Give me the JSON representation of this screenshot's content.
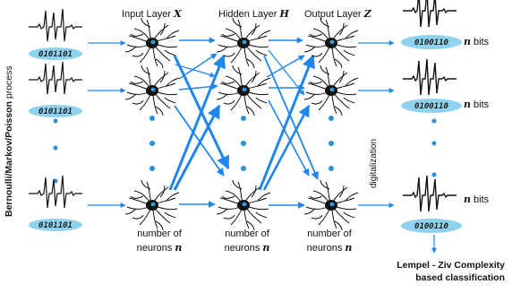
{
  "layers": {
    "input": {
      "label": "Input Layer",
      "symbol": "X"
    },
    "hidden": {
      "label": "Hidden Layer",
      "symbol": "H"
    },
    "output": {
      "label": "Output Layer",
      "symbol": "Z"
    }
  },
  "neuron_count": {
    "line1": "number of",
    "line2": "neurons",
    "symbol": "n"
  },
  "process_label": {
    "bold": "Bernoulli/Markov/Poisson",
    "rest": " process"
  },
  "input_bits": "0101101",
  "output_bits": "0100110",
  "bits_label": {
    "symbol": "n",
    "text": " bits"
  },
  "digitalization": "digitalization",
  "classification": {
    "line1": "Lempel - Ziv Complexity",
    "line2": "based classification"
  },
  "colors": {
    "arrow": "#1f86f0",
    "blob": "#8fd2ef",
    "dot": "#2b8fd6"
  }
}
